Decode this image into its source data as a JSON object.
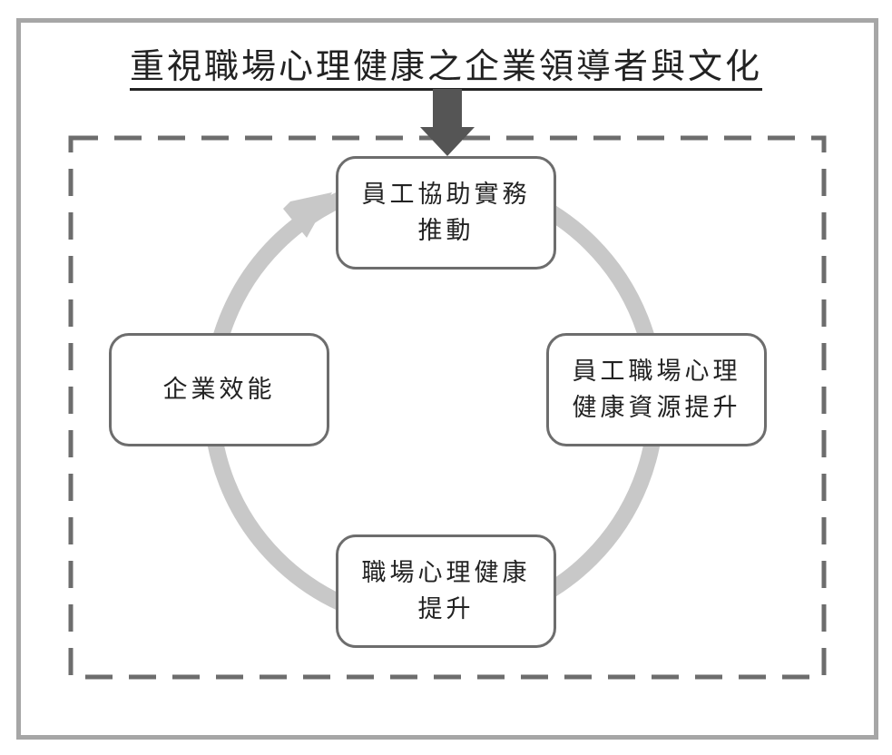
{
  "title": "重視職場心理健康之企業領導者與文化",
  "nodes": {
    "top": {
      "line1": "員工協助實務",
      "line2": "推動"
    },
    "right": {
      "line1": "員工職場心理",
      "line2": "健康資源提升"
    },
    "bottom": {
      "line1": "職場心理健康",
      "line2": "提升"
    },
    "left": {
      "line1": "企業效能"
    }
  },
  "colors": {
    "frame": "#a6a6a6",
    "dashed_border": "#6d6d6d",
    "arrow_down": "#555555",
    "cycle_arrow": "#c8c8c8",
    "node_border": "#6d6d6d",
    "text": "#222222"
  },
  "edges": [
    {
      "from": "top",
      "to": "right",
      "style": "cycle-arc"
    },
    {
      "from": "right",
      "to": "bottom",
      "style": "cycle-arc"
    },
    {
      "from": "bottom",
      "to": "left",
      "style": "cycle-arc"
    },
    {
      "from": "left",
      "to": "top",
      "style": "cycle-arc-with-arrowhead"
    },
    {
      "from": "title",
      "to": "top",
      "style": "solid-down-arrow"
    }
  ]
}
